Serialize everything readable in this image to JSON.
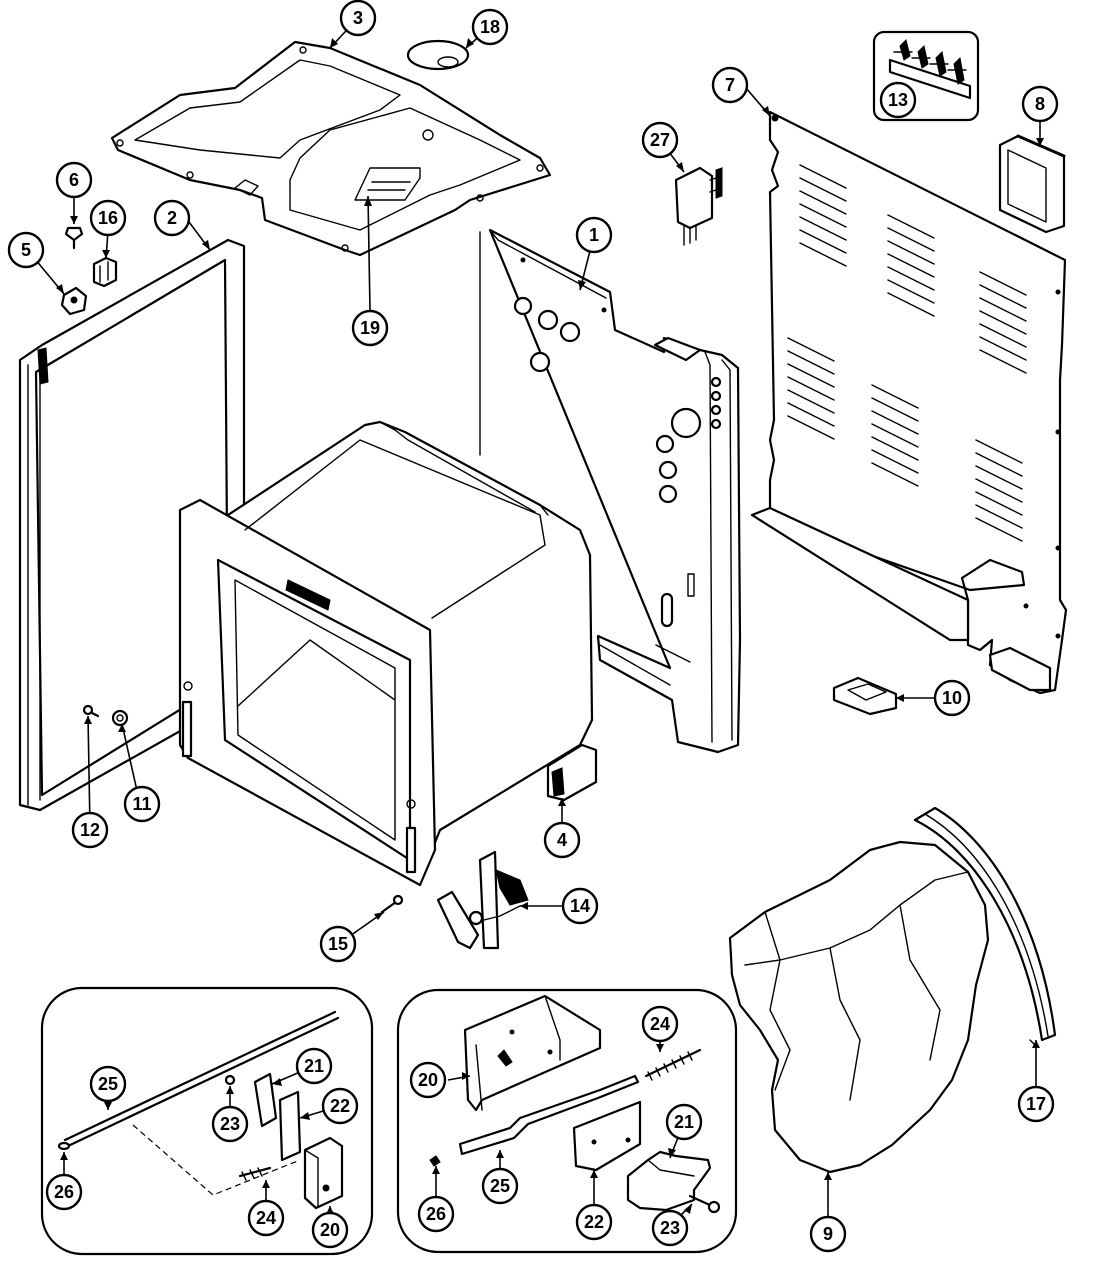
{
  "callouts": [
    {
      "id": "c1",
      "label": "1"
    },
    {
      "id": "c2",
      "label": "2"
    },
    {
      "id": "c3",
      "label": "3"
    },
    {
      "id": "c4",
      "label": "4"
    },
    {
      "id": "c5",
      "label": "5"
    },
    {
      "id": "c6",
      "label": "6"
    },
    {
      "id": "c7",
      "label": "7"
    },
    {
      "id": "c8",
      "label": "8"
    },
    {
      "id": "c9",
      "label": "9"
    },
    {
      "id": "c10",
      "label": "10"
    },
    {
      "id": "c11",
      "label": "11"
    },
    {
      "id": "c12",
      "label": "12"
    },
    {
      "id": "c13",
      "label": "13"
    },
    {
      "id": "c14",
      "label": "14"
    },
    {
      "id": "c15",
      "label": "15"
    },
    {
      "id": "c16",
      "label": "16"
    },
    {
      "id": "c17",
      "label": "17"
    },
    {
      "id": "c18",
      "label": "18"
    },
    {
      "id": "c19",
      "label": "19"
    },
    {
      "id": "c20a",
      "label": "20"
    },
    {
      "id": "c20b",
      "label": "20"
    },
    {
      "id": "c21a",
      "label": "21"
    },
    {
      "id": "c21b",
      "label": "21"
    },
    {
      "id": "c22a",
      "label": "22"
    },
    {
      "id": "c22b",
      "label": "22"
    },
    {
      "id": "c23a",
      "label": "23"
    },
    {
      "id": "c23b",
      "label": "23"
    },
    {
      "id": "c24a",
      "label": "24"
    },
    {
      "id": "c24b",
      "label": "24"
    },
    {
      "id": "c25a",
      "label": "25"
    },
    {
      "id": "c25b",
      "label": "25"
    },
    {
      "id": "c26a",
      "label": "26"
    },
    {
      "id": "c26b",
      "label": "26"
    },
    {
      "id": "c27",
      "label": "27"
    }
  ]
}
